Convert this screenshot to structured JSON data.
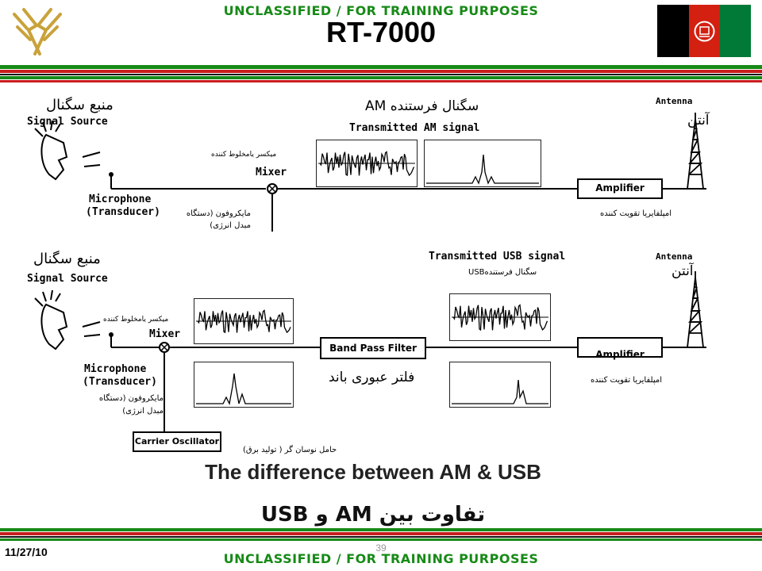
{
  "header": {
    "banner_top": "UNCLASSIFIED / FOR TRAINING PURPOSES",
    "title": "RT-7000",
    "logo_icon": "lightning-wings-icon",
    "flag_icon": "afghanistan-flag-icon"
  },
  "footer": {
    "banner_bottom": "UNCLASSIFIED / FOR TRAINING PURPOSES",
    "date": "11/27/10",
    "page_number": "39"
  },
  "colors": {
    "green": "#178a17",
    "red": "#c81e1e",
    "dark": "#111111",
    "flag_black": "#000000",
    "flag_red": "#d32011",
    "flag_green": "#007a36"
  },
  "am_diagram": {
    "signal_source_en": "Signal Source",
    "signal_source_dari": "منبع سگنال",
    "microphone_en_1": "Microphone",
    "microphone_en_2": "(Transducer)",
    "microphone_dari_1": "مایکروفون (دستگاه",
    "microphone_dari_2": "مبدل انرژی)",
    "mixer_en": "Mixer",
    "mixer_dari": "میکسر یامخلوط کننده",
    "transmitted_en": "Transmitted AM signal",
    "transmitted_dari": "سگنال فرستنده AM",
    "amplifier_en": "Amplifier",
    "amplifier_dari": "امپلفایریا تقویت کننده",
    "antenna_en": "Antenna",
    "antenna_dari": "آنتن"
  },
  "usb_diagram": {
    "signal_source_en": "Signal Source",
    "signal_source_dari": "منبع سگنال",
    "microphone_en_1": "Microphone",
    "microphone_en_2": "(Transducer)",
    "microphone_dari_1": "مایکروفون (دستگاه",
    "microphone_dari_2": "مبدل انرژی)",
    "mixer_en": "Mixer",
    "mixer_dari": "میکسر یامخلوط کننده",
    "bpf_en": "Band Pass Filter",
    "bpf_dari": "فلتر عبوری باند",
    "transmitted_en": "Transmitted USB signal",
    "transmitted_dari": "سگنال فرستندهUSB",
    "amplifier_en": "Amplifier",
    "amplifier_dari": "امپلفایریا تقویت کننده",
    "antenna_en": "Antenna",
    "antenna_dari": "آنتن",
    "carrier_en": "Carrier Oscillator",
    "carrier_dari": "حامل نوسان گر ( تولید برق)"
  },
  "caption": {
    "english": "The difference between AM & USB",
    "dari": "تفاوت بین AM و USB"
  }
}
